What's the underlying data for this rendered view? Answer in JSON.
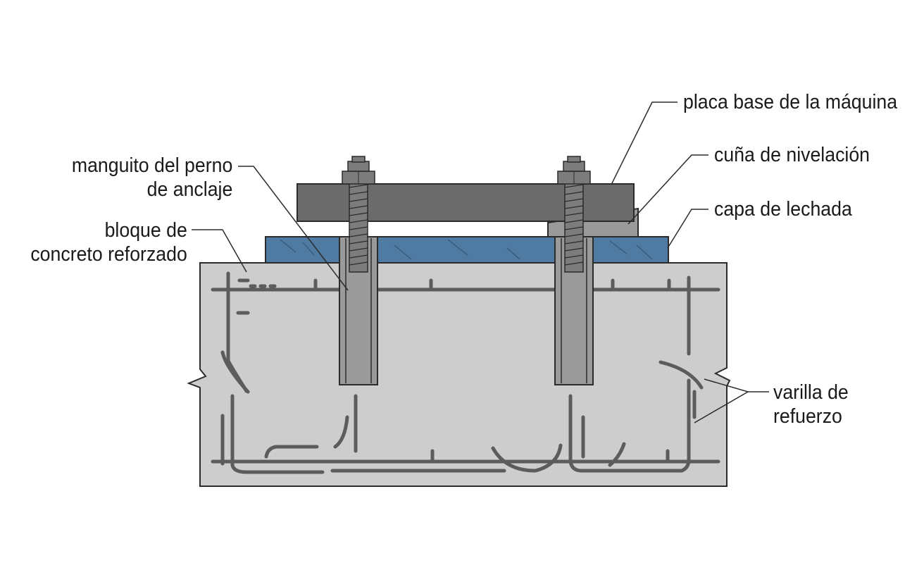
{
  "labels": {
    "base_plate": "placa base de la máquina",
    "leveling_wedge": "cuña de nivelación",
    "grout_layer": "capa de lechada",
    "sleeve_line1": "manguito del perno",
    "sleeve_line2": "de anclaje",
    "block_line1": "bloque de",
    "block_line2": "concreto reforzado",
    "rebar_line1": "varilla de",
    "rebar_line2": "refuerzo"
  },
  "colors": {
    "concrete": "#cdcdcd",
    "grout": "#4f7ba3",
    "steel_plate": "#6b6b6b",
    "sleeve": "#9a9a9a",
    "rebar": "#5c5c5c",
    "outline": "#2b2b2b"
  }
}
